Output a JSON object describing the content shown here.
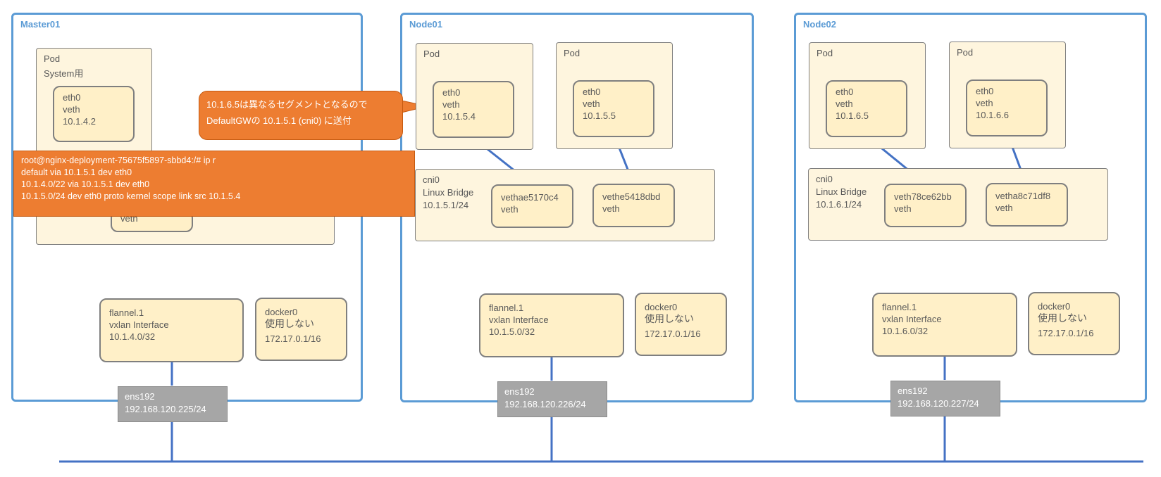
{
  "master01": {
    "title": "Master01",
    "pod": {
      "label": "Pod",
      "sublabel": "System用"
    },
    "eth": {
      "name": "eth0",
      "type": "veth",
      "ip": "10.1.4.2"
    },
    "hidden_veth_type": "veth",
    "flannel": {
      "name": "flannel.1",
      "type": "vxlan Interface",
      "ip": "10.1.4.0/32"
    },
    "docker": {
      "name": "docker0",
      "status": "使用しない",
      "ip": "172.17.0.1/16"
    },
    "ens": {
      "name": "ens192",
      "ip": "192.168.120.225/24"
    }
  },
  "node01": {
    "title": "Node01",
    "pod1": {
      "label": "Pod",
      "eth": {
        "name": "eth0",
        "type": "veth",
        "ip": "10.1.5.4"
      }
    },
    "pod2": {
      "label": "Pod",
      "eth": {
        "name": "eth0",
        "type": "veth",
        "ip": "10.1.5.5"
      }
    },
    "cni": {
      "name": "cni0",
      "type": "Linux Bridge",
      "ip": "10.1.5.1/24"
    },
    "veth1": {
      "name": "vethae5170c4",
      "type": "veth"
    },
    "veth2": {
      "name": "vethe5418dbd",
      "type": "veth"
    },
    "flannel": {
      "name": "flannel.1",
      "type": "vxlan Interface",
      "ip": "10.1.5.0/32"
    },
    "docker": {
      "name": "docker0",
      "status": "使用しない",
      "ip": "172.17.0.1/16"
    },
    "ens": {
      "name": "ens192",
      "ip": "192.168.120.226/24"
    }
  },
  "node02": {
    "title": "Node02",
    "pod1": {
      "label": "Pod",
      "eth": {
        "name": "eth0",
        "type": "veth",
        "ip": "10.1.6.5"
      }
    },
    "pod2": {
      "label": "Pod",
      "eth": {
        "name": "eth0",
        "type": "veth",
        "ip": "10.1.6.6"
      }
    },
    "cni": {
      "name": "cni0",
      "type": "Linux Bridge",
      "ip": "10.1.6.1/24"
    },
    "veth1": {
      "name": "veth78ce62bb",
      "type": "veth"
    },
    "veth2": {
      "name": "vetha8c71df8",
      "type": "veth"
    },
    "flannel": {
      "name": "flannel.1",
      "type": "vxlan Interface",
      "ip": "10.1.6.0/32"
    },
    "docker": {
      "name": "docker0",
      "status": "使用しない",
      "ip": "172.17.0.1/16"
    },
    "ens": {
      "name": "ens192",
      "ip": "192.168.120.227/24"
    }
  },
  "callout": {
    "line1": "10.1.6.5は異なるセグメントとなるので",
    "line2": "DefaultGWの 10.1.5.1 (cni0) に送付"
  },
  "route_output": {
    "prompt": "root@nginx-deployment-75675f5897-sbbd4:/# ip r",
    "lines": [
      "default via 10.1.5.1 dev eth0",
      "10.1.4.0/22 via 10.1.5.1 dev eth0",
      "10.1.5.0/24 dev eth0  proto kernel  scope link  src 10.1.5.4"
    ]
  },
  "colors": {
    "frame": "#5b9bd5",
    "link": "#4472c4",
    "box_fill": "#fef5de",
    "iface_fill": "#fff0c8",
    "ens_fill": "#a6a6a6",
    "note_fill": "#ed7d31"
  }
}
